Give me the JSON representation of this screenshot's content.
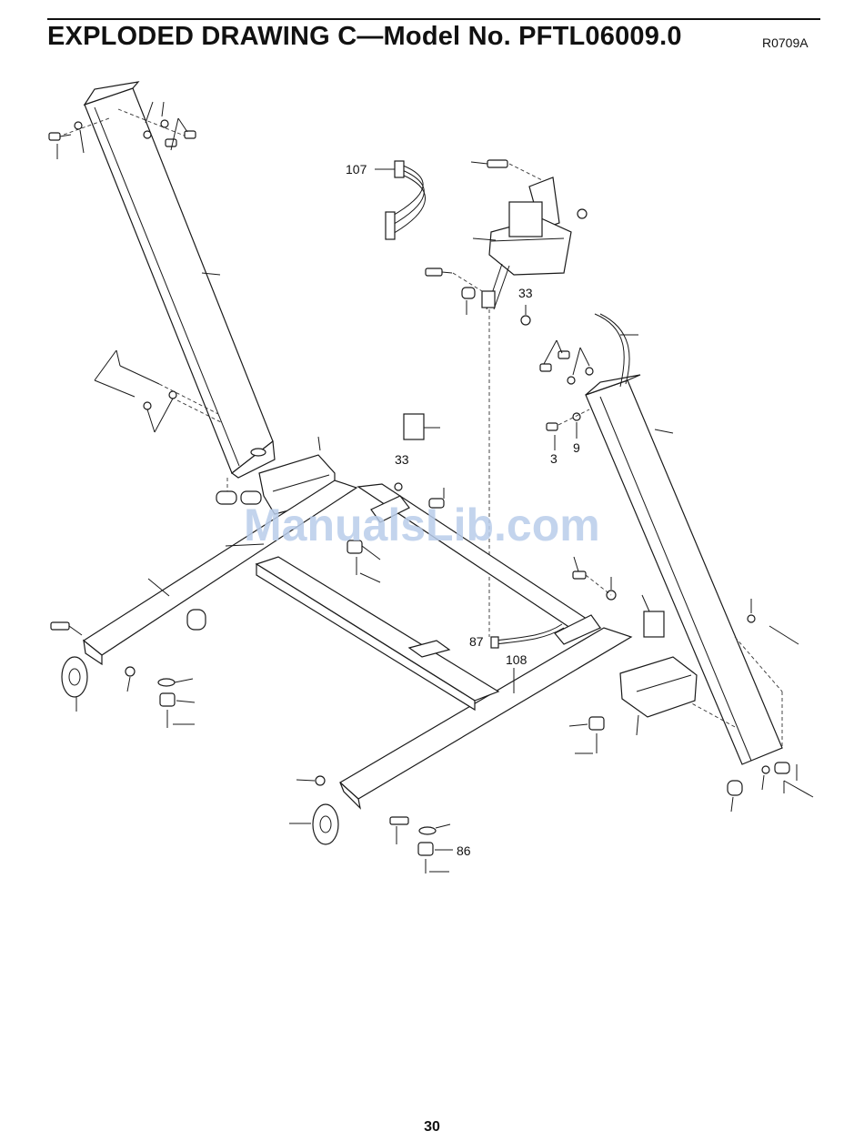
{
  "header": {
    "title": "EXPLODED DRAWING C—Model No. PFTL06009.0",
    "code": "R0709A"
  },
  "page_number": "30",
  "watermark": "ManualsLib.com",
  "callouts": {
    "c107": "107",
    "c33a": "33",
    "c33b": "33",
    "c3": "3",
    "c9": "9",
    "c87": "87",
    "c108": "108",
    "c86": "86"
  }
}
